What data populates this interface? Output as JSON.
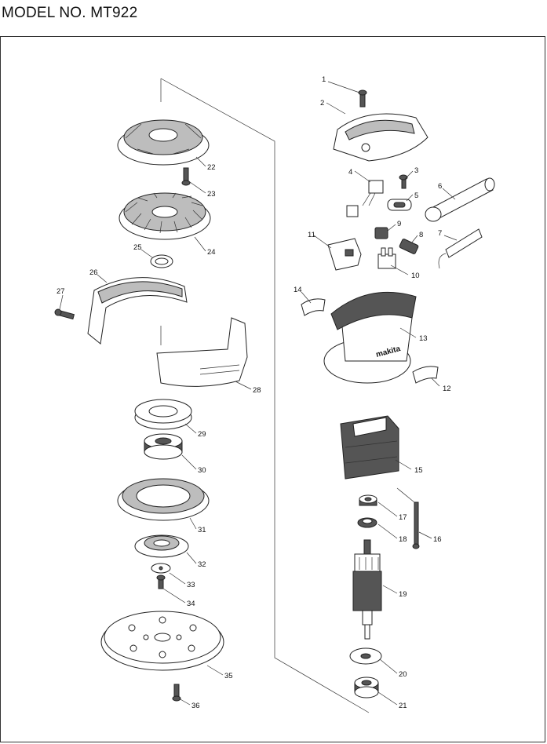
{
  "header": {
    "model_label": "MODEL NO. MT922"
  },
  "part_numbers": [
    "1",
    "2",
    "3",
    "4",
    "5",
    "6",
    "7",
    "8",
    "9",
    "10",
    "11",
    "12",
    "13",
    "14",
    "15",
    "16",
    "17",
    "18",
    "19",
    "20",
    "21",
    "22",
    "23",
    "24",
    "25",
    "26",
    "27",
    "28",
    "29",
    "30",
    "31",
    "32",
    "33",
    "34",
    "35",
    "36"
  ],
  "logo_text": "makita"
}
